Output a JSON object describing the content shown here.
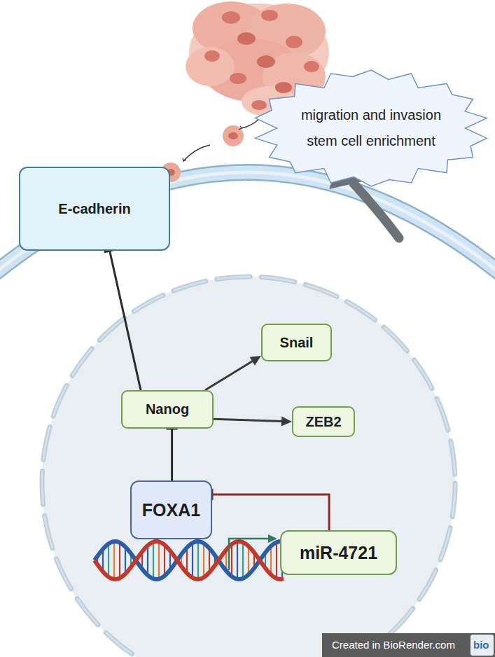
{
  "diagram": {
    "nodes": [
      {
        "text": [
          "E-cadherin"
        ]
      },
      {
        "text": [
          "migration and invasion",
          "stem cell enrichment"
        ]
      },
      {
        "text": [
          "Snail"
        ]
      },
      {
        "text": [
          "Nanog"
        ]
      },
      {
        "text": [
          "ZEB2"
        ]
      },
      {
        "text": [
          "FOXA1"
        ]
      },
      {
        "text": [
          "miR-4721"
        ]
      }
    ],
    "edges": [
      {
        "from": 3,
        "to": 0,
        "arrow": "to"
      },
      {
        "from": 3,
        "to": 2,
        "arrow": "to"
      },
      {
        "from": 3,
        "to": 4,
        "arrow": "to"
      },
      {
        "from": 5,
        "to": 3,
        "arrow": "to"
      },
      {
        "from": 6,
        "to": 5,
        "arrow": "to"
      }
    ],
    "labels": [
      "Created in BioRender.com",
      "bio"
    ]
  }
}
